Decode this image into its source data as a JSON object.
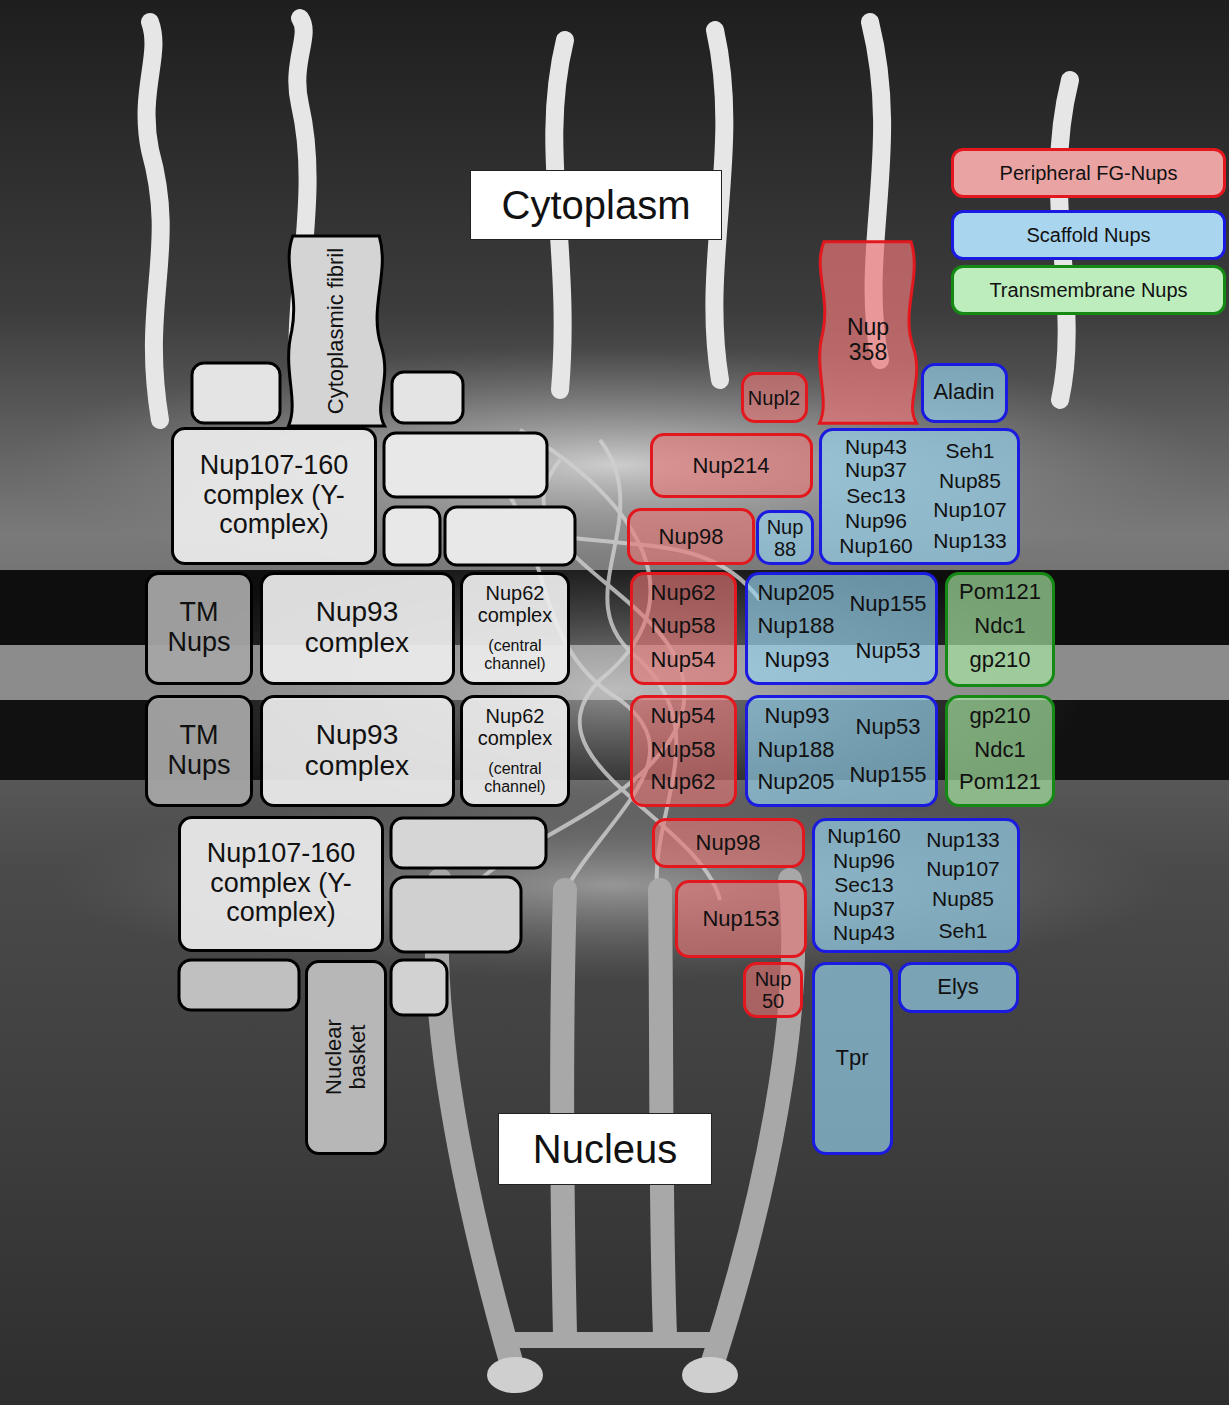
{
  "diagram": {
    "nodes": [
      {
        "text": [
          "Cytoplasm"
        ]
      },
      {
        "text": [
          "Cytoplasmic fibril"
        ]
      },
      {
        "text": [
          "Nup 358"
        ]
      },
      {
        "text": [
          "Nupl2"
        ]
      },
      {
        "text": [
          "Aladin"
        ]
      },
      {
        "text": [
          "Nup107-160 complex (Y-complex)"
        ]
      },
      {
        "text": [
          "Nup214"
        ]
      },
      {
        "text": [
          "Nup98"
        ]
      },
      {
        "text": [
          "Nup 88"
        ]
      },
      {
        "text": [
          "Nup43",
          "Seh1",
          "Nup37",
          "Nup85",
          "Sec13",
          "Nup107",
          "Nup96",
          "Nup133",
          "Nup160"
        ]
      },
      {
        "text": [
          "TM Nups"
        ]
      },
      {
        "text": [
          "Nup93 complex"
        ]
      },
      {
        "text": [
          "Nup62 complex",
          "(central channel)"
        ]
      },
      {
        "text": [
          "Nup62",
          "Nup58",
          "Nup54"
        ]
      },
      {
        "text": [
          "Nup205",
          "Nup155",
          "Nup188",
          "Nup53",
          "Nup93"
        ]
      },
      {
        "text": [
          "Pom121",
          "Ndc1",
          "gp210"
        ]
      },
      {
        "text": [
          "TM Nups"
        ]
      },
      {
        "text": [
          "Nup93 complex"
        ]
      },
      {
        "text": [
          "Nup62 complex",
          "(central channel)"
        ]
      },
      {
        "text": [
          "Nup54",
          "Nup58",
          "Nup62"
        ]
      },
      {
        "text": [
          "Nup93",
          "Nup53",
          "Nup188",
          "Nup155",
          "Nup205"
        ]
      },
      {
        "text": [
          "gp210",
          "Ndc1",
          "Pom121"
        ]
      },
      {
        "text": [
          "Nup107-160 complex (Y-complex)"
        ]
      },
      {
        "text": [
          "Nup98"
        ]
      },
      {
        "text": [
          "Nup153"
        ]
      },
      {
        "text": [
          "Nup160",
          "Nup133",
          "Nup96",
          "Nup107",
          "Sec13",
          "Nup85",
          "Nup37",
          "Seh1",
          "Nup43"
        ]
      },
      {
        "text": [
          "Nuclear basket"
        ]
      },
      {
        "text": [
          "Nup 50"
        ]
      },
      {
        "text": [
          "Tpr"
        ]
      },
      {
        "text": [
          "Elys"
        ]
      },
      {
        "text": [
          "Nucleus"
        ]
      }
    ],
    "legend": [
      {
        "text": "Peripheral FG-Nups",
        "color": "#eaa3a3"
      },
      {
        "text": "Scaffold Nups",
        "color": "#a9d5ef"
      },
      {
        "text": "Transmembrane Nups",
        "color": "#bdecbd"
      }
    ]
  }
}
